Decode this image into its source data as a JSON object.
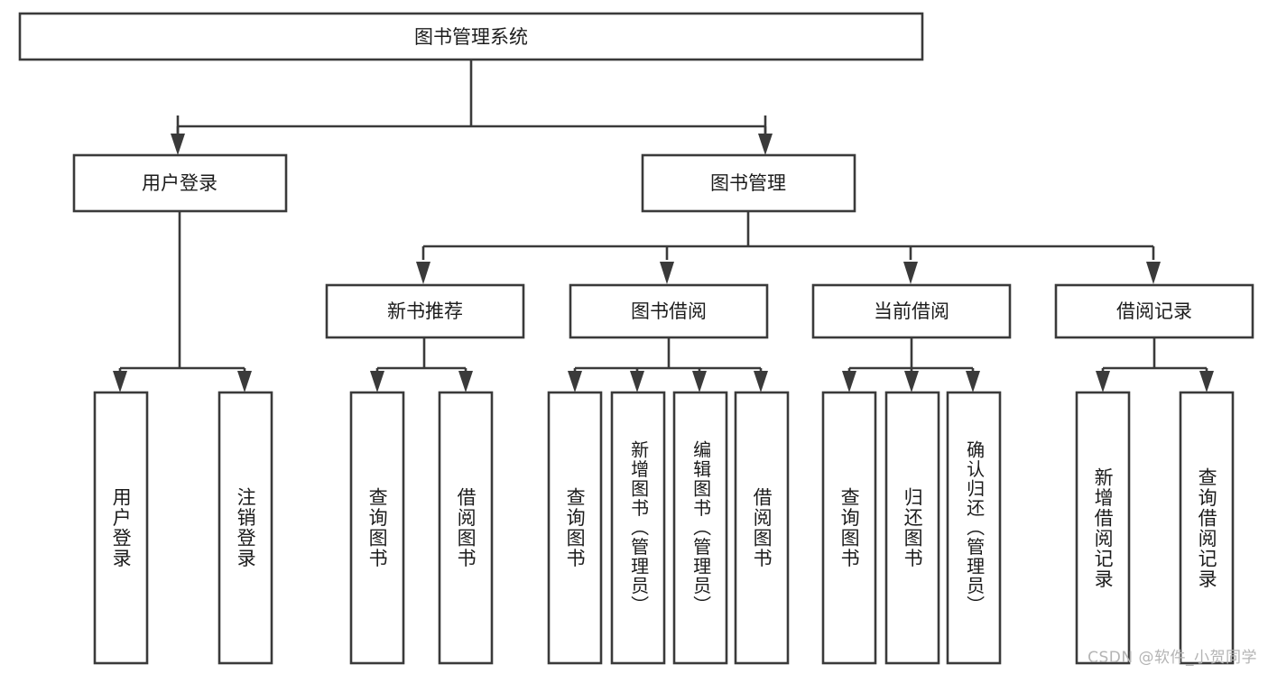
{
  "diagram": {
    "title": "图书管理系统",
    "type": "tree-hierarchy-chart",
    "watermark": "CSDN @软件_小贺同学",
    "colors": {
      "box_stroke": "#3a3a3a",
      "box_fill": "#ffffff",
      "text": "#1c1c1c",
      "background": "#ffffff",
      "watermark": "#b4b4b4"
    },
    "root": {
      "label": "图书管理系统"
    },
    "level2": [
      {
        "id": "user-login",
        "label": "用户登录"
      },
      {
        "id": "book-management",
        "label": "图书管理"
      }
    ],
    "level3": [
      {
        "id": "new-book-recommend",
        "label": "新书推荐"
      },
      {
        "id": "book-borrow",
        "label": "图书借阅"
      },
      {
        "id": "current-borrow",
        "label": "当前借阅"
      },
      {
        "id": "borrow-record",
        "label": "借阅记录"
      }
    ],
    "leaves": [
      {
        "id": "leaf-user-login",
        "label": "用户登录",
        "parent": "user-login"
      },
      {
        "id": "leaf-logout-login",
        "label": "注销登录",
        "parent": "user-login"
      },
      {
        "id": "leaf-query-book-1",
        "label": "查询图书",
        "parent": "new-book-recommend"
      },
      {
        "id": "leaf-borrow-book-1",
        "label": "借阅图书",
        "parent": "new-book-recommend"
      },
      {
        "id": "leaf-query-book-2",
        "label": "查询图书",
        "parent": "book-borrow"
      },
      {
        "id": "leaf-add-book",
        "label": "新增图书（管理员）",
        "parent": "book-borrow"
      },
      {
        "id": "leaf-edit-book",
        "label": "编辑图书（管理员）",
        "parent": "book-borrow"
      },
      {
        "id": "leaf-borrow-book-2",
        "label": "借阅图书",
        "parent": "book-borrow"
      },
      {
        "id": "leaf-query-book-3",
        "label": "查询图书",
        "parent": "current-borrow"
      },
      {
        "id": "leaf-return-book",
        "label": "归还图书",
        "parent": "current-borrow"
      },
      {
        "id": "leaf-confirm-return",
        "label": "确认归还（管理员）",
        "parent": "current-borrow"
      },
      {
        "id": "leaf-add-record",
        "label": "新增借阅记录",
        "parent": "borrow-record"
      },
      {
        "id": "leaf-query-record",
        "label": "查询借阅记录",
        "parent": "borrow-record"
      }
    ]
  }
}
